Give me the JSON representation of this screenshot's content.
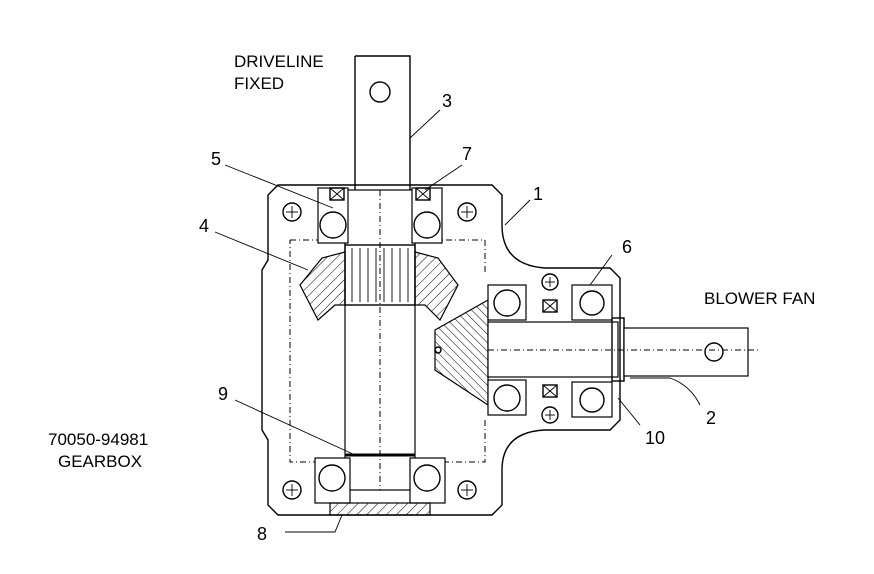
{
  "labels": {
    "driveline_line1": "DRIVELINE",
    "driveline_line2": "FIXED",
    "blower_fan": "BLOWER FAN",
    "part_number": "70050-94981",
    "part_name": "GEARBOX"
  },
  "callouts": {
    "c1": "1",
    "c2": "2",
    "c3": "3",
    "c4": "4",
    "c5": "5",
    "c6": "6",
    "c7": "7",
    "c8": "8",
    "c9": "9",
    "c10": "10"
  }
}
